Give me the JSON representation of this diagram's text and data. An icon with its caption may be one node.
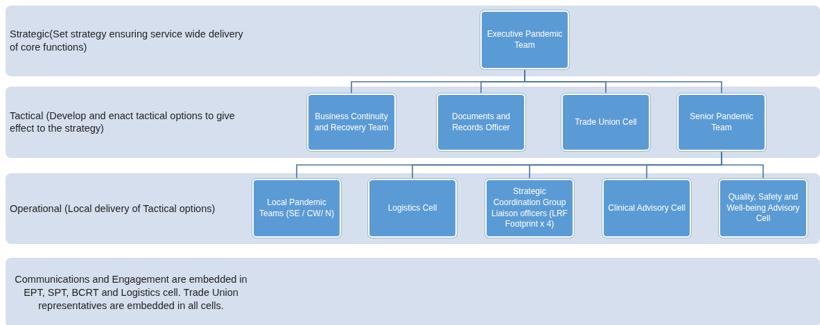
{
  "diagram": {
    "nodes": [
      {
        "text": [
          "Strategic(Set strategy ensuring service wide delivery of core functions)"
        ]
      },
      {
        "text": [
          "Executive Pandemic Team"
        ],
        "in": 0
      },
      {
        "text": [
          "Tactical (Develop and enact tactical options to give effect to the strategy)"
        ]
      },
      {
        "text": [
          "Business Continuity and Recovery Team"
        ],
        "in": 2
      },
      {
        "text": [
          "Documents and Records Officer"
        ],
        "in": 2
      },
      {
        "text": [
          "Trade Union Cell"
        ],
        "in": 2
      },
      {
        "text": [
          "Senior Pandemic Team"
        ],
        "in": 2
      },
      {
        "text": [
          "Operational (Local delivery of Tactical options)"
        ]
      },
      {
        "text": [
          "Local Pandemic Teams (SE / CW/ N)"
        ],
        "in": 7
      },
      {
        "text": [
          "Logistics Cell"
        ],
        "in": 7
      },
      {
        "text": [
          "Strategic Coordination Group Liaison officers (LRF Footprint x 4)"
        ],
        "in": 7
      },
      {
        "text": [
          "Clinical Advisory Cell"
        ],
        "in": 7
      },
      {
        "text": [
          "Quality, Safety and Well-being Advisory Cell"
        ],
        "in": 7
      },
      {
        "text": [
          "Communications and Engagement are embedded in EPT, SPT, BCRT and Logistics cell. Trade Union representatives are embedded in all cells."
        ]
      }
    ],
    "edges": [
      {
        "from": 1,
        "to": 3,
        "arrow": "none"
      },
      {
        "from": 1,
        "to": 4,
        "arrow": "none"
      },
      {
        "from": 1,
        "to": 5,
        "arrow": "none"
      },
      {
        "from": 1,
        "to": 6,
        "arrow": "none"
      },
      {
        "from": 6,
        "to": 8,
        "arrow": "none"
      },
      {
        "from": 6,
        "to": 9,
        "arrow": "none"
      },
      {
        "from": 6,
        "to": 10,
        "arrow": "none"
      },
      {
        "from": 6,
        "to": 11,
        "arrow": "none"
      },
      {
        "from": 6,
        "to": 12,
        "arrow": "none"
      }
    ]
  }
}
